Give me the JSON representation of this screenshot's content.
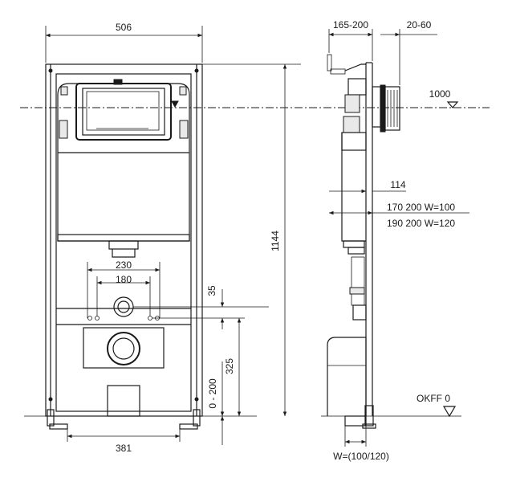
{
  "front": {
    "width_label": "506",
    "height_label": "1144",
    "hole_outer_label": "230",
    "hole_inner_label": "180",
    "offset_label": "35",
    "drain_height_label": "325",
    "floor_range_label": "0 - 200",
    "feet_spacing_label": "381"
  },
  "side": {
    "depth_label": "165-200",
    "flange_label": "20-60",
    "axis_height_label": "1000",
    "pipe_label": "114",
    "row1_label": "170 200 W=100",
    "row2_label": "190 200 W=120",
    "floor_label": "OKFF 0",
    "width_label": "W=(100/120)"
  }
}
